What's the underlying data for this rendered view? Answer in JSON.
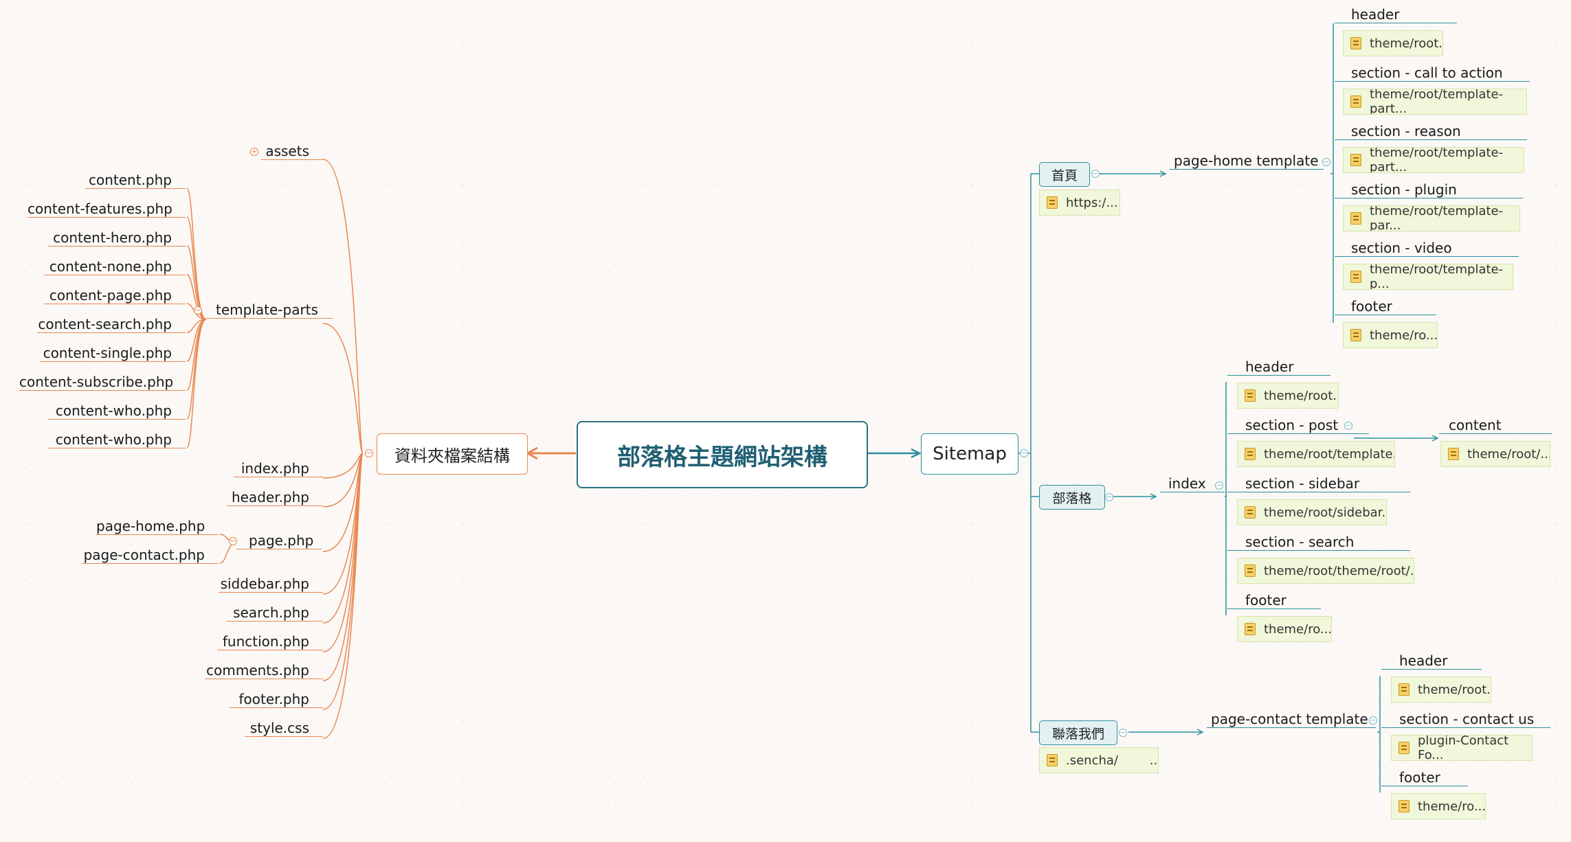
{
  "root": {
    "title": "部落格主題網站架構"
  },
  "left": {
    "title": "資料夾檔案結構",
    "assets": {
      "label": "assets",
      "toggle": "+"
    },
    "template_parts": {
      "label": "template-parts",
      "toggle": "−",
      "children": [
        "content.php",
        "content-features.php",
        "content-hero.php",
        "content-none.php",
        "content-page.php",
        "content-search.php",
        "content-single.php",
        "content-subscribe.php",
        "content-who.php",
        "content-who.php"
      ]
    },
    "files": {
      "index": "index.php",
      "header": "header.php",
      "page": {
        "label": "page.php",
        "toggle": "−",
        "children": [
          "page-home.php",
          "page-contact.php"
        ]
      },
      "siddebar": "siddebar.php",
      "search": "search.php",
      "function": "function.php",
      "comments": "comments.php",
      "footer": "footer.php",
      "style": "style.css"
    }
  },
  "sitemap": {
    "title": "Sitemap",
    "toggle": "−",
    "home": {
      "label": "首頁",
      "note": "https:/...",
      "toggle": "−",
      "template": "page-home template",
      "template_toggle": "−",
      "sections": [
        {
          "label": "header",
          "note": "theme/root..."
        },
        {
          "label": "section - call to action",
          "note": "theme/root/template-part..."
        },
        {
          "label": "section - reason",
          "note": "theme/root/template-part..."
        },
        {
          "label": "section - plugin",
          "note": "theme/root/template-par..."
        },
        {
          "label": "section - video",
          "note": "theme/root/template-p..."
        },
        {
          "label": "footer",
          "note": "theme/ro..."
        }
      ]
    },
    "blog": {
      "label": "部落格",
      "toggle": "−",
      "index": "index",
      "index_toggle": "−",
      "sections": [
        {
          "label": "header",
          "note": "theme/root..."
        },
        {
          "label": "section - post",
          "note": "theme/root/template...",
          "toggle": "−",
          "child": {
            "label": "content",
            "note": "theme/root/..."
          }
        },
        {
          "label": "section - sidebar",
          "note": "theme/root/sidebar..."
        },
        {
          "label": "section - search",
          "note": "theme/root/theme/root/..."
        },
        {
          "label": "footer",
          "note": "theme/ro..."
        }
      ]
    },
    "contact": {
      "label": "聯落我們",
      "note": ".sencha/        ...",
      "toggle": "−",
      "template": "page-contact template",
      "template_toggle": "−",
      "sections": [
        {
          "label": "header",
          "note": "theme/root..."
        },
        {
          "label": "section - contact us",
          "note": "plugin-Contact Fo..."
        },
        {
          "label": "footer",
          "note": "theme/ro..."
        }
      ]
    }
  },
  "colors": {
    "orange": "#e8874f",
    "teal": "#2a8fa0",
    "root_text": "#1f5f72",
    "note_bg": "#f1f7da",
    "pill_bg": "#e4f1f3"
  }
}
